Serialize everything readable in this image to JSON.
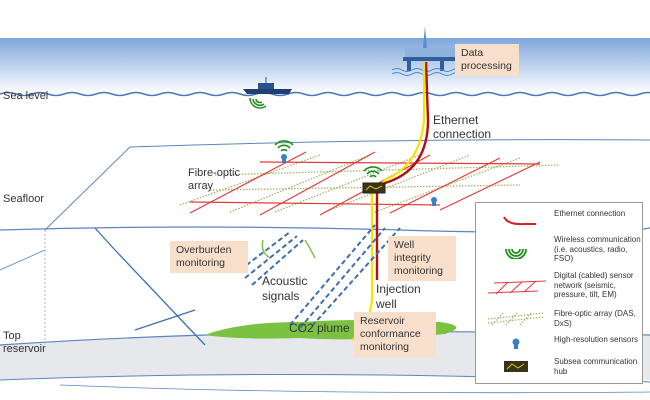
{
  "labels": {
    "sea_level": "Sea level",
    "seafloor": "Seafloor",
    "top_reservoir": "Top reservoir",
    "fibre_optic_array": "Fibre-optic array",
    "ethernet_connection": "Ethernet connection",
    "acoustic_signals": "Acoustic signals",
    "injection_well": "Injection well",
    "co2_plume": "CO2 plume"
  },
  "boxes": {
    "data_processing": "Data processing",
    "overburden_monitoring": "Overburden monitoring",
    "well_integrity_monitoring": "Well integrity monitoring",
    "reservoir_conformance_monitoring": "Reservoir conformance monitoring"
  },
  "legend": {
    "items": [
      {
        "icon": "ethernet-cable-icon",
        "label": "Ethernet connection"
      },
      {
        "icon": "wireless-icon",
        "label": "Wireless communication (i.e. acoustics, radio, FSO)"
      },
      {
        "icon": "cabled-sensor-network-icon",
        "label": "Digital (cabled) sensor network (seismic, pressure, tilt, EM)"
      },
      {
        "icon": "fibre-optic-array-icon",
        "label": "Fibre-optic array (DAS, DxS)"
      },
      {
        "icon": "high-resolution-sensor-icon",
        "label": "High-resolution sensors"
      },
      {
        "icon": "subsea-hub-icon",
        "label": "Subsea communication hub"
      }
    ]
  },
  "colors": {
    "ethernet": "#d42020",
    "cable_yellow": "#f2e600",
    "wireless": "#1f8f1f",
    "fibre": "#9fb36a",
    "sensor": "#3a7fc4",
    "plume": "#7cc242",
    "acoustic": "#3d6fb0",
    "box": "#f8dfcc"
  }
}
